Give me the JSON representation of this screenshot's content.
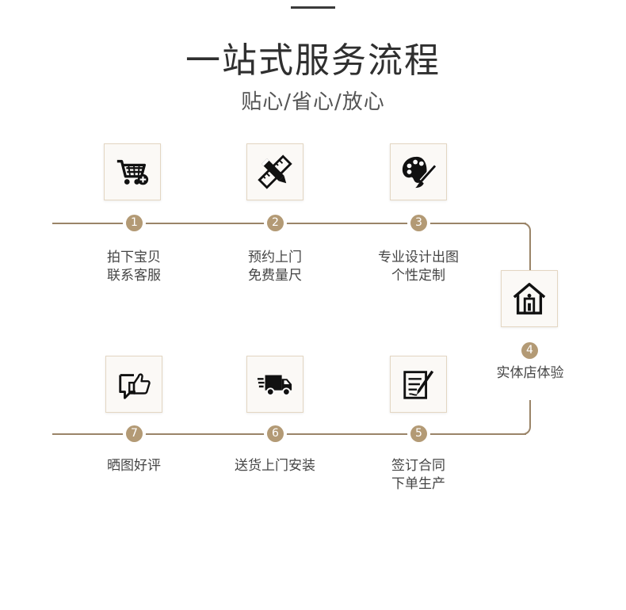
{
  "title": "一站式服务流程",
  "subtitle": "贴心/省心/放心",
  "steps": [
    {
      "num": "1",
      "line1": "拍下宝贝",
      "line2": "联系客服",
      "icon": "shopping-cart-add-icon"
    },
    {
      "num": "2",
      "line1": "预约上门",
      "line2": "免费量尺",
      "icon": "ruler-pencil-icon"
    },
    {
      "num": "3",
      "line1": "专业设计出图",
      "line2": "个性定制",
      "icon": "palette-brush-icon"
    },
    {
      "num": "4",
      "line1": "实体店体验",
      "line2": "",
      "icon": "house-icon"
    },
    {
      "num": "5",
      "line1": "签订合同",
      "line2": "下单生产",
      "icon": "contract-pen-icon"
    },
    {
      "num": "6",
      "line1": "送货上门安装",
      "line2": "",
      "icon": "delivery-truck-icon"
    },
    {
      "num": "7",
      "line1": "晒图好评",
      "line2": "",
      "icon": "thumbs-up-chat-icon"
    }
  ],
  "colors": {
    "accent": "#b39a75",
    "line": "#9a8468",
    "text": "#444444"
  }
}
